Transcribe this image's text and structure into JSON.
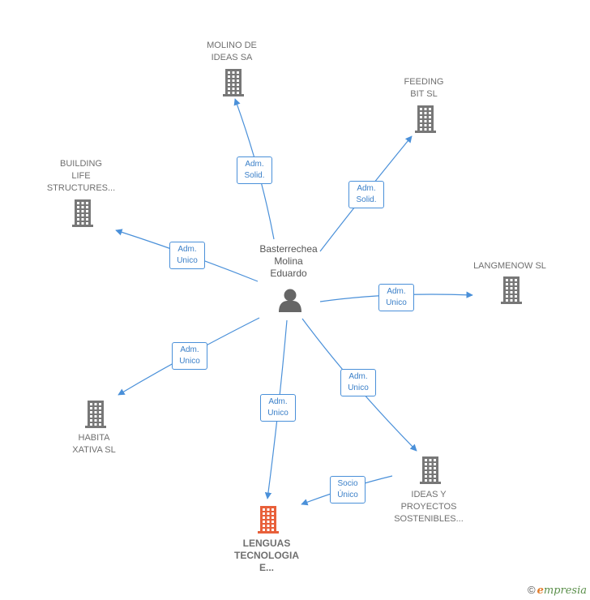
{
  "colors": {
    "edge": "#4a90d9",
    "building": "#777777",
    "building_focus": "#e8603a",
    "person": "#666666"
  },
  "person": {
    "name_lines": [
      "Basterrechea",
      "Molina",
      "Eduardo"
    ]
  },
  "nodes": [
    {
      "id": "molino",
      "label": "MOLINO DE\nIDEAS SA",
      "edge_label": "Adm.\nSolid.",
      "focus": false
    },
    {
      "id": "feeding",
      "label": "FEEDING\nBIT SL",
      "edge_label": "Adm.\nSolid.",
      "focus": false
    },
    {
      "id": "building",
      "label": "BUILDING\nLIFE\nSTRUCTURES...",
      "edge_label": "Adm.\nUnico",
      "focus": false
    },
    {
      "id": "langmenow",
      "label": "LANGMENOW SL",
      "edge_label": "Adm.\nUnico",
      "focus": false
    },
    {
      "id": "habita",
      "label": "HABITA\nXATIVA SL",
      "edge_label": "Adm.\nUnico",
      "focus": false
    },
    {
      "id": "lenguas",
      "label": "LENGUAS\nTECNOLOGIA\nE...",
      "edge_label": "Adm.\nUnico",
      "focus": true
    },
    {
      "id": "ideas",
      "label": "IDEAS Y\nPROYECTOS\nSOSTENIBLES...",
      "edge_label": "Adm.\nUnico",
      "focus": false
    }
  ],
  "extra_edges": [
    {
      "from": "ideas",
      "to": "lenguas",
      "label": "Socio\nÚnico"
    }
  ],
  "footer": {
    "copyright": "©",
    "brand_initial": "e",
    "brand_rest": "mpresia"
  }
}
